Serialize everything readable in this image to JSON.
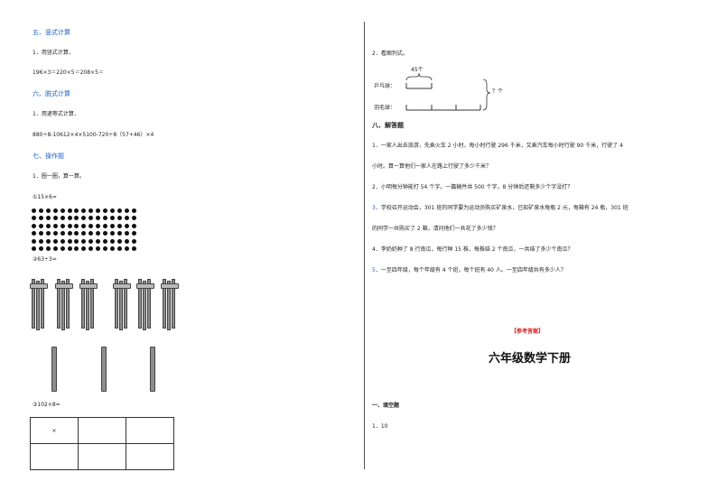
{
  "left": {
    "section5_title": "五、竖式计算",
    "section5_q1": "1．用竖式计算．",
    "section5_expr": "196×3＝220×5＝208×5＝",
    "section6_title": "六、脱式计算",
    "section6_q1": "1．用递等式计算．",
    "section6_expr": "880÷8-10612×4×5100-720÷8（57+46）×4",
    "section7_title": "七、操作题",
    "section7_q1": "1．圈一圈，算一算。",
    "item1": "①15×6=",
    "item2": "②63÷3=",
    "item3": "③102×8=",
    "table_mark": "×"
  },
  "right": {
    "q2": "2．看图列式。",
    "diagram_top_label": "45个",
    "diagram_row1_label": "乒乓球：",
    "diagram_row2_label": "羽毛球：",
    "diagram_brace_label": "？个",
    "section8_title": "八、解答题",
    "p1_line1": "1．一家人出去旅游，先乘火车 2 小时，每小时行驶 296 千米，又乘汽车每小时行驶 90 千米，行驶了 4",
    "p1_line2": "小时。算一算他们一家人在路上行驶了多少千米？",
    "p2": "2．小明每分钟能打 54 个字。一篇稿件共 500 个字，8 分钟后还剩多少个字没打？",
    "p3_num": "3",
    "p3_line1": "．学校召开运动会，301 班的同学要为运动员购买矿泉水，已知矿泉水每瓶 2 元，每箱有 24 瓶，301 班",
    "p3_line2": "的同学一共购买了 2 箱，请问他们一共花了多少钱？",
    "p4": "4．李奶奶种了 8 行南瓜，每行种 15 株，每株结 2 个南瓜，一共结了多少个南瓜？",
    "p5_num": "5",
    "p5": "．一至四年级，每个年级有 4 个班，每个班有 40 人。一至四年级共有多少人？",
    "answer_tag": "【参考答案】",
    "answer_title": "六年级数学下册",
    "ans_section1": "一、填空题",
    "ans_item1": "1．10"
  },
  "figures": {
    "dot_rows": 6,
    "dot_cols": 15,
    "bundle_count": 6,
    "sticks_per_bundle": 3,
    "single_sticks": 3,
    "table_rows": 2,
    "table_cols": 3
  },
  "colors": {
    "heading": "#1f5fc4",
    "answer_tag": "#d32222"
  }
}
